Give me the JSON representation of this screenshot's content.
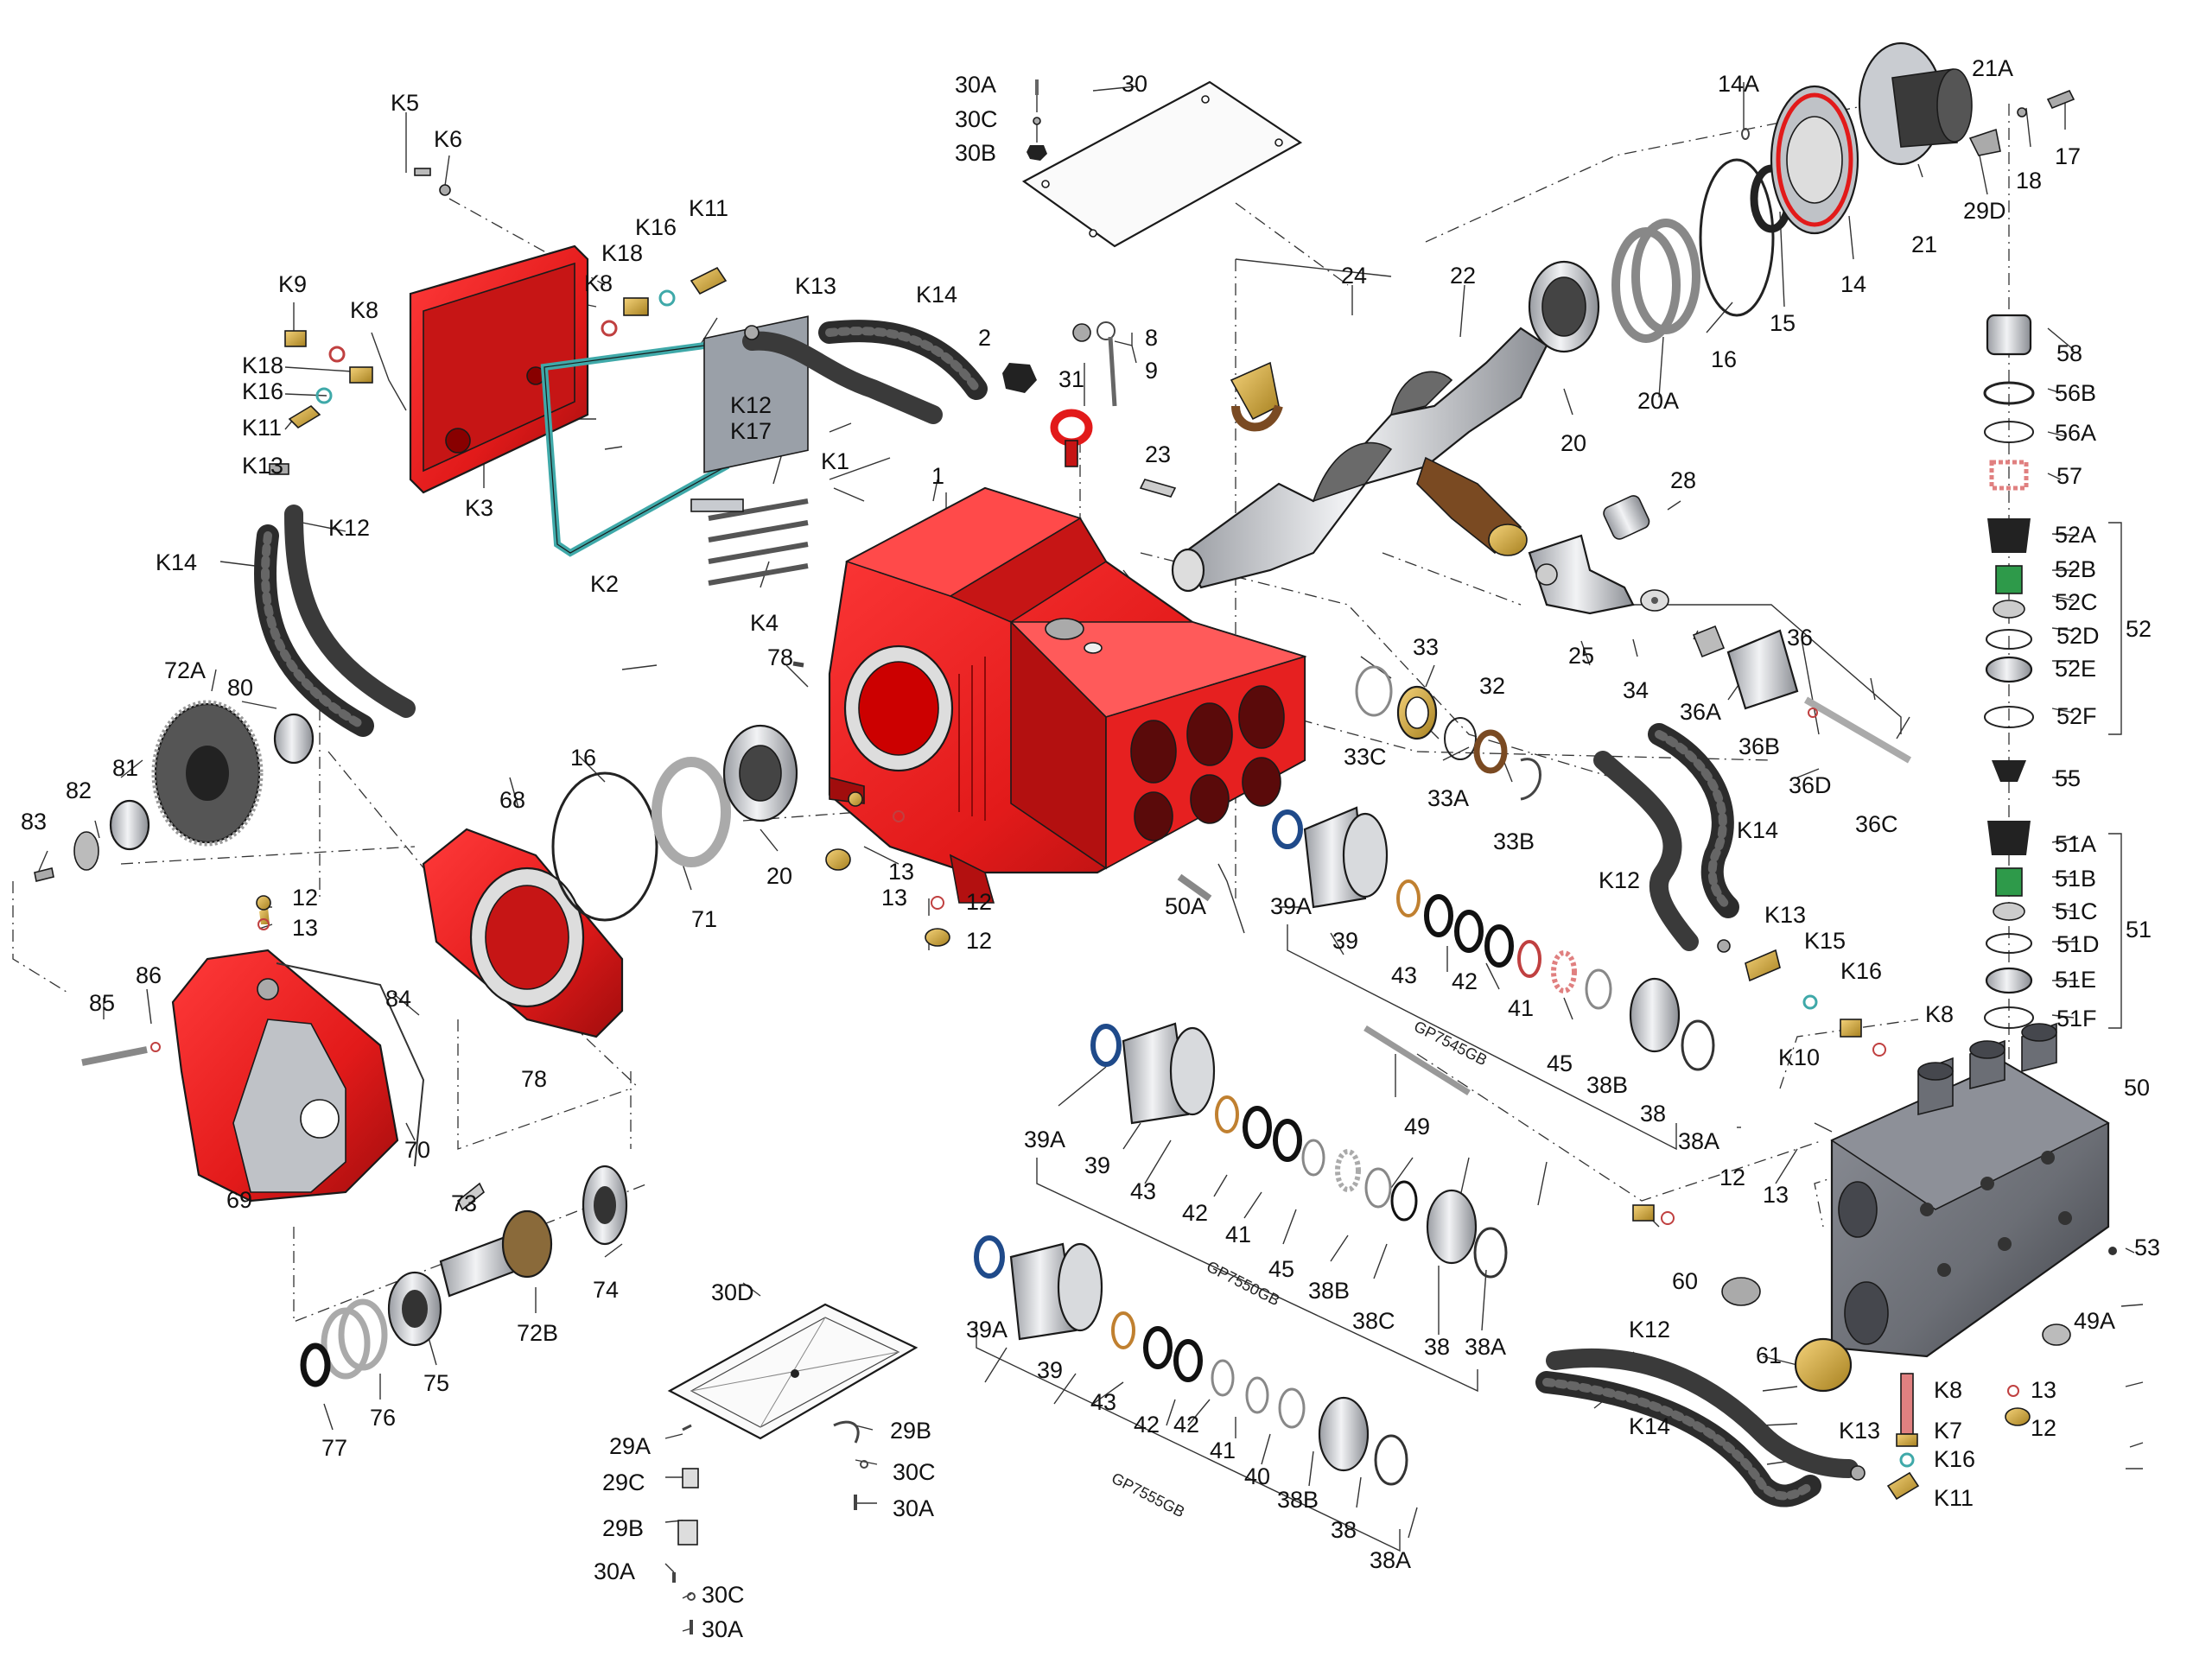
{
  "colors": {
    "housing_red": "#e21a1a",
    "housing_dark": "#9c0c0c",
    "manifold_gray": "#6b6e75",
    "manifold_dark": "#45474d",
    "hose_dark": "#3a3a3a",
    "brass": "#d4a83a",
    "rod_brown": "#7a4a22",
    "gasket_teal": "#3fa9a9",
    "oring_blue": "#1f4a8a",
    "spring_green": "#2e9a4a",
    "spring_pink": "#e08080",
    "steel": "#c9ccd1"
  },
  "part_labels": [
    {
      "id": "K5",
      "text": "K5"
    },
    {
      "id": "K6",
      "text": "K6"
    },
    {
      "id": "K9",
      "text": "K9"
    },
    {
      "id": "K8a",
      "text": "K8"
    },
    {
      "id": "K18a",
      "text": "K18"
    },
    {
      "id": "K16a",
      "text": "K16"
    },
    {
      "id": "K11a",
      "text": "K11"
    },
    {
      "id": "K13a",
      "text": "K13"
    },
    {
      "id": "K12a",
      "text": "K12"
    },
    {
      "id": "K14a",
      "text": "K14"
    },
    {
      "id": "K3",
      "text": "K3"
    },
    {
      "id": "K8b",
      "text": "K8"
    },
    {
      "id": "K18b",
      "text": "K18"
    },
    {
      "id": "K16b",
      "text": "K16"
    },
    {
      "id": "K11b",
      "text": "K11"
    },
    {
      "id": "K13b",
      "text": "K13"
    },
    {
      "id": "K14b",
      "text": "K14"
    },
    {
      "id": "K12b",
      "text": "K12"
    },
    {
      "id": "K17",
      "text": "K17"
    },
    {
      "id": "K1",
      "text": "K1"
    },
    {
      "id": "K2",
      "text": "K2"
    },
    {
      "id": "K4",
      "text": "K4"
    },
    {
      "id": "p2",
      "text": "2"
    },
    {
      "id": "p31",
      "text": "31"
    },
    {
      "id": "p8",
      "text": "8"
    },
    {
      "id": "p9",
      "text": "9"
    },
    {
      "id": "p23",
      "text": "23"
    },
    {
      "id": "p1",
      "text": "1"
    },
    {
      "id": "p30A1",
      "text": "30A"
    },
    {
      "id": "p30C1",
      "text": "30C"
    },
    {
      "id": "p30B1",
      "text": "30B"
    },
    {
      "id": "p30",
      "text": "30"
    },
    {
      "id": "p24",
      "text": "24"
    },
    {
      "id": "p22",
      "text": "22"
    },
    {
      "id": "p20a",
      "text": "20"
    },
    {
      "id": "p20A",
      "text": "20A"
    },
    {
      "id": "p16a",
      "text": "16"
    },
    {
      "id": "p15",
      "text": "15"
    },
    {
      "id": "p14",
      "text": "14"
    },
    {
      "id": "p14A",
      "text": "14A"
    },
    {
      "id": "p21A",
      "text": "21A"
    },
    {
      "id": "p21",
      "text": "21"
    },
    {
      "id": "p29D",
      "text": "29D"
    },
    {
      "id": "p18a",
      "text": "18"
    },
    {
      "id": "p17",
      "text": "17"
    },
    {
      "id": "p28",
      "text": "28"
    },
    {
      "id": "p25",
      "text": "25"
    },
    {
      "id": "p34",
      "text": "34"
    },
    {
      "id": "p36",
      "text": "36"
    },
    {
      "id": "p36A",
      "text": "36A"
    },
    {
      "id": "p36B",
      "text": "36B"
    },
    {
      "id": "p36D",
      "text": "36D"
    },
    {
      "id": "p36C",
      "text": "36C"
    },
    {
      "id": "p33",
      "text": "33"
    },
    {
      "id": "p32",
      "text": "32"
    },
    {
      "id": "p33C",
      "text": "33C"
    },
    {
      "id": "p33A",
      "text": "33A"
    },
    {
      "id": "p33B",
      "text": "33B"
    },
    {
      "id": "p58",
      "text": "58"
    },
    {
      "id": "p56B",
      "text": "56B"
    },
    {
      "id": "p56A",
      "text": "56A"
    },
    {
      "id": "p57",
      "text": "57"
    },
    {
      "id": "p52A",
      "text": "52A"
    },
    {
      "id": "p52B",
      "text": "52B"
    },
    {
      "id": "p52C",
      "text": "52C"
    },
    {
      "id": "p52D",
      "text": "52D"
    },
    {
      "id": "p52E",
      "text": "52E"
    },
    {
      "id": "p52F",
      "text": "52F"
    },
    {
      "id": "p52",
      "text": "52"
    },
    {
      "id": "p55",
      "text": "55"
    },
    {
      "id": "p51A",
      "text": "51A"
    },
    {
      "id": "p51B",
      "text": "51B"
    },
    {
      "id": "p51C",
      "text": "51C"
    },
    {
      "id": "p51D",
      "text": "51D"
    },
    {
      "id": "p51E",
      "text": "51E"
    },
    {
      "id": "p51F",
      "text": "51F"
    },
    {
      "id": "p51",
      "text": "51"
    },
    {
      "id": "p72A",
      "text": "72A"
    },
    {
      "id": "p80",
      "text": "80"
    },
    {
      "id": "p81",
      "text": "81"
    },
    {
      "id": "p82",
      "text": "82"
    },
    {
      "id": "p83",
      "text": "83"
    },
    {
      "id": "p78a",
      "text": "78"
    },
    {
      "id": "p16b",
      "text": "16"
    },
    {
      "id": "p68",
      "text": "68"
    },
    {
      "id": "p20b",
      "text": "20"
    },
    {
      "id": "p71",
      "text": "71"
    },
    {
      "id": "p12a",
      "text": "12"
    },
    {
      "id": "p13a",
      "text": "13"
    },
    {
      "id": "p13b",
      "text": "13"
    },
    {
      "id": "p12b",
      "text": "12"
    },
    {
      "id": "p12c",
      "text": "12"
    },
    {
      "id": "p13c",
      "text": "13"
    },
    {
      "id": "p85",
      "text": "85"
    },
    {
      "id": "p86",
      "text": "86"
    },
    {
      "id": "p84",
      "text": "84"
    },
    {
      "id": "p78b",
      "text": "78"
    },
    {
      "id": "p69",
      "text": "69"
    },
    {
      "id": "p70",
      "text": "70"
    },
    {
      "id": "p73",
      "text": "73"
    },
    {
      "id": "p74",
      "text": "74"
    },
    {
      "id": "p72B",
      "text": "72B"
    },
    {
      "id": "p75",
      "text": "75"
    },
    {
      "id": "p76",
      "text": "76"
    },
    {
      "id": "p77",
      "text": "77"
    },
    {
      "id": "p50A",
      "text": "50A"
    },
    {
      "id": "p39Aa",
      "text": "39A"
    },
    {
      "id": "p39a",
      "text": "39"
    },
    {
      "id": "p43a",
      "text": "43"
    },
    {
      "id": "p42a",
      "text": "42"
    },
    {
      "id": "p41a",
      "text": "41"
    },
    {
      "id": "p45a",
      "text": "45"
    },
    {
      "id": "p38Ba",
      "text": "38B"
    },
    {
      "id": "p38a",
      "text": "38"
    },
    {
      "id": "p38Aa",
      "text": "38A"
    },
    {
      "id": "p49",
      "text": "49"
    },
    {
      "id": "K14c",
      "text": "K14"
    },
    {
      "id": "K12c",
      "text": "K12"
    },
    {
      "id": "K13c",
      "text": "K13"
    },
    {
      "id": "K15",
      "text": "K15"
    },
    {
      "id": "K16c",
      "text": "K16"
    },
    {
      "id": "K10",
      "text": "K10"
    },
    {
      "id": "K8c",
      "text": "K8"
    },
    {
      "id": "p50",
      "text": "50"
    },
    {
      "id": "p39Ab",
      "text": "39A"
    },
    {
      "id": "p39b",
      "text": "39"
    },
    {
      "id": "p43b",
      "text": "43"
    },
    {
      "id": "p42b",
      "text": "42"
    },
    {
      "id": "p41b",
      "text": "41"
    },
    {
      "id": "p45b",
      "text": "45"
    },
    {
      "id": "p38Bb",
      "text": "38B"
    },
    {
      "id": "p38Cb",
      "text": "38C"
    },
    {
      "id": "p38b",
      "text": "38"
    },
    {
      "id": "p38Ab",
      "text": "38A"
    },
    {
      "id": "p12d",
      "text": "12"
    },
    {
      "id": "p13d",
      "text": "13"
    },
    {
      "id": "p53",
      "text": "53"
    },
    {
      "id": "p60",
      "text": "60"
    },
    {
      "id": "p61",
      "text": "61"
    },
    {
      "id": "p49A",
      "text": "49A"
    },
    {
      "id": "p13e",
      "text": "13"
    },
    {
      "id": "p12e",
      "text": "12"
    },
    {
      "id": "K12d",
      "text": "K12"
    },
    {
      "id": "K14d",
      "text": "K14"
    },
    {
      "id": "K8d",
      "text": "K8"
    },
    {
      "id": "K7",
      "text": "K7"
    },
    {
      "id": "K13d",
      "text": "K13"
    },
    {
      "id": "K16d",
      "text": "K16"
    },
    {
      "id": "K11c",
      "text": "K11"
    },
    {
      "id": "p39Ac",
      "text": "39A"
    },
    {
      "id": "p39c",
      "text": "39"
    },
    {
      "id": "p43c",
      "text": "43"
    },
    {
      "id": "p42c",
      "text": "42"
    },
    {
      "id": "p42d",
      "text": "42"
    },
    {
      "id": "p41c",
      "text": "41"
    },
    {
      "id": "p40",
      "text": "40"
    },
    {
      "id": "p38Bc",
      "text": "38B"
    },
    {
      "id": "p38c",
      "text": "38"
    },
    {
      "id": "p38Ac",
      "text": "38A"
    },
    {
      "id": "p30D",
      "text": "30D"
    },
    {
      "id": "p29A",
      "text": "29A"
    },
    {
      "id": "p29C",
      "text": "29C"
    },
    {
      "id": "p29Ba",
      "text": "29B"
    },
    {
      "id": "p29Bb",
      "text": "29B"
    },
    {
      "id": "p30Cb",
      "text": "30C"
    },
    {
      "id": "p30Ab",
      "text": "30A"
    },
    {
      "id": "p30Ac",
      "text": "30A"
    },
    {
      "id": "p30Cc",
      "text": "30C"
    },
    {
      "id": "p30Ad",
      "text": "30A"
    }
  ],
  "model_codes": {
    "gp7545": "GP7545GB",
    "gp7550": "GP7550GB",
    "gp7555": "GP7555GB"
  }
}
